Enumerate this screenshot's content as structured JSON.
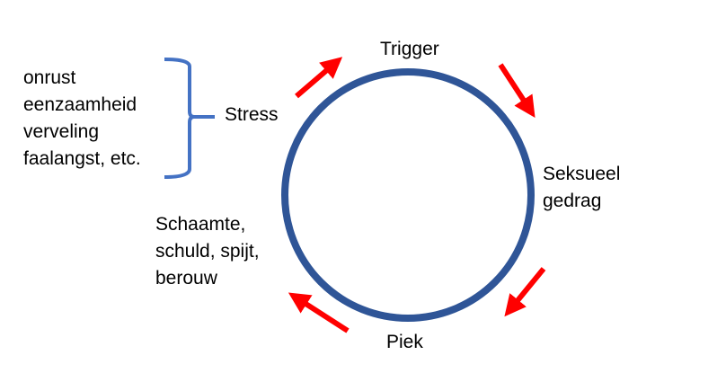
{
  "nodes": {
    "trigger": "Trigger",
    "seksueel_line1": "Seksueel",
    "seksueel_line2": "gedrag",
    "piek": "Piek",
    "schaamte_lines": [
      "Schaamte,",
      "schuld, spijt,",
      "berouw"
    ],
    "stress": "Stress"
  },
  "stress_causes": [
    "onrust",
    "eenzaamheid",
    "verveling",
    "faalangst, etc."
  ],
  "colors": {
    "circle": "#2F5597",
    "arrows": "#FF0000",
    "brace": "#4472C4"
  }
}
